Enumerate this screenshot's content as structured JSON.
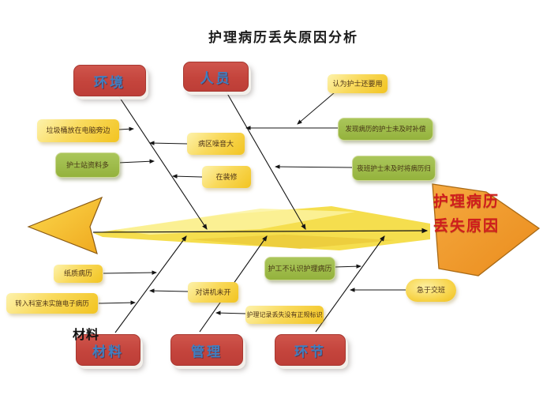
{
  "title": "护理病历丢失原因分析",
  "effect": {
    "line1": "护理病历",
    "line2": "丢失原因"
  },
  "stray_label": "材料",
  "categories": [
    {
      "id": "environment",
      "label": "环境"
    },
    {
      "id": "personnel",
      "label": "人员"
    },
    {
      "id": "material",
      "label": "材料"
    },
    {
      "id": "management",
      "label": "管理"
    },
    {
      "id": "process",
      "label": "环节"
    }
  ],
  "causes": [
    {
      "label": "垃圾桶放在电脑旁边",
      "type": "yellow",
      "category": "environment"
    },
    {
      "label": "护士站资料多",
      "type": "green",
      "category": "environment"
    },
    {
      "label": "病区噪音大",
      "type": "yellow",
      "category": "environment"
    },
    {
      "label": "在装修",
      "type": "yellow",
      "category": "environment"
    },
    {
      "label": "认为护士还要用",
      "type": "yellow",
      "category": "personnel"
    },
    {
      "label": "发现病历的护士未及时补偿",
      "type": "green",
      "category": "personnel"
    },
    {
      "label": "夜班护士未及时将病历归",
      "type": "green",
      "category": "personnel"
    },
    {
      "label": "纸质病历",
      "type": "yellow",
      "category": "material"
    },
    {
      "label": "转入科室未实施电子病历",
      "type": "yellow",
      "category": "material"
    },
    {
      "label": "对讲机未开",
      "type": "yellow",
      "category": "material"
    },
    {
      "label": "护工不认识护理病历",
      "type": "green",
      "category": "process"
    },
    {
      "label": "护理记录丢失没有正规标识",
      "type": "yellow",
      "category": "management"
    },
    {
      "label": "急于交班",
      "type": "yellow",
      "category": "process"
    }
  ],
  "colors": {
    "category_red": "#c5463e",
    "category_text_blue": "#3f7fc1",
    "yellow_box": "#f2c421",
    "green_box": "#94b23c",
    "spine_yellow": "#f4dc45",
    "effect_arrow_orange": "#f0992b",
    "effect_text_red": "#cf1d1d"
  }
}
